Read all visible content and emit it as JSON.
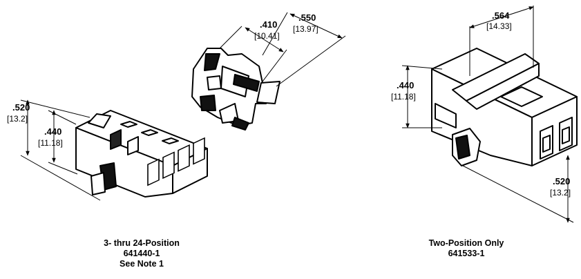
{
  "connector_left": {
    "dims": [
      {
        "id": "height_overall",
        "in": ".520",
        "mm": "[13.2]"
      },
      {
        "id": "height_body",
        "in": ".440",
        "mm": "[11.18]"
      },
      {
        "id": "width_inner",
        "in": ".410",
        "mm": "[10.41]"
      },
      {
        "id": "width_outer",
        "in": ".550",
        "mm": "[13.97]"
      }
    ],
    "caption": [
      "3- thru 24-Position",
      "641440-1",
      "See Note 1"
    ]
  },
  "connector_right": {
    "dims": [
      {
        "id": "width_top",
        "in": ".564",
        "mm": "[14.33]"
      },
      {
        "id": "height_body",
        "in": ".440",
        "mm": "[11.18]"
      },
      {
        "id": "height_overall",
        "in": ".520",
        "mm": "[13.2]"
      }
    ],
    "caption": [
      "Two-Position Only",
      "641533-1"
    ]
  }
}
